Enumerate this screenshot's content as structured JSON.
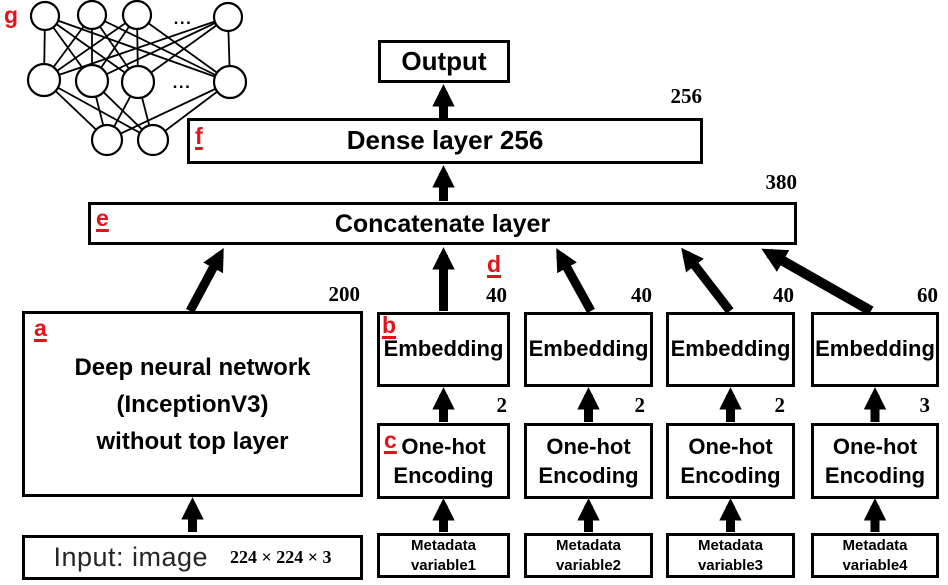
{
  "annotation_color": "#e2131b",
  "tags": {
    "a": "a",
    "b": "b",
    "c": "c",
    "d": "d",
    "e": "e",
    "f": "f",
    "g": "g"
  },
  "output": {
    "label": "Output"
  },
  "dense": {
    "label": "Dense layer 256",
    "dim": "256"
  },
  "concat": {
    "label": "Concatenate layer",
    "dim": "380"
  },
  "dnn": {
    "line1": "Deep neural network",
    "line2": "(InceptionV3)",
    "line3": "without top layer",
    "dim": "200"
  },
  "input": {
    "label": "Input: image",
    "shape": "224 × 224 × 3"
  },
  "columns": [
    {
      "embedding": "Embedding",
      "embedding_dim": "40",
      "onehot": "One-hot Encoding",
      "onehot_dim": "2",
      "metadata": "Metadata variable1"
    },
    {
      "embedding": "Embedding",
      "embedding_dim": "40",
      "onehot": "One-hot Encoding",
      "onehot_dim": "2",
      "metadata": "Metadata variable2"
    },
    {
      "embedding": "Embedding",
      "embedding_dim": "40",
      "onehot": "One-hot Encoding",
      "onehot_dim": "2",
      "metadata": "Metadata variable3"
    },
    {
      "embedding": "Embedding",
      "embedding_dim": "60",
      "onehot": "One-hot Encoding",
      "onehot_dim": "3",
      "metadata": "Metadata variable4"
    }
  ],
  "sketch": {
    "ellipsis": "..."
  }
}
